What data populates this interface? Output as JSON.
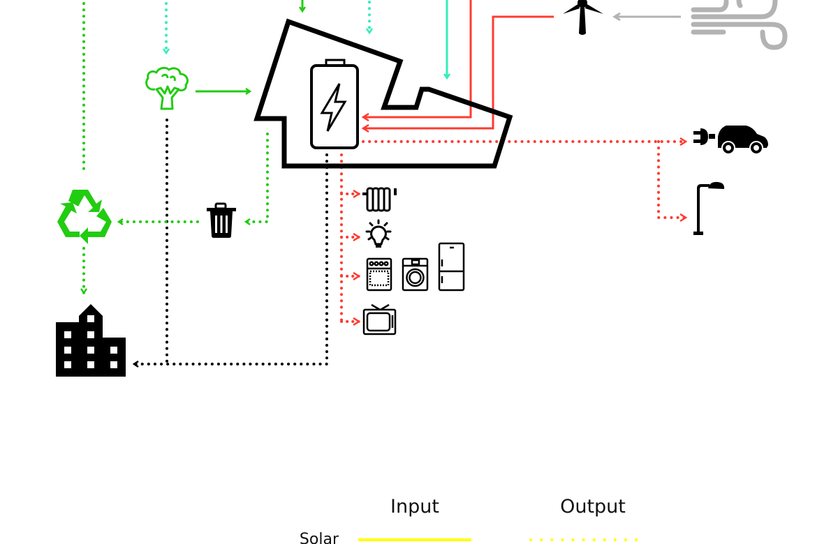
{
  "diagram": {
    "type": "energy-flow",
    "colors": {
      "solar": "#ffff00",
      "green": "#22cc11",
      "water": "#33eebb",
      "electric": "#ff3b30",
      "wind": "#b3b3b3",
      "waste": "#000000",
      "outline": "#000000"
    },
    "nodes": [
      {
        "id": "building",
        "icon": "house-outline-icon"
      },
      {
        "id": "battery",
        "icon": "battery-charging-icon"
      },
      {
        "id": "wind-turbine",
        "icon": "wind-turbine-icon"
      },
      {
        "id": "wind",
        "icon": "wind-icon"
      },
      {
        "id": "broccoli",
        "icon": "broccoli-icon"
      },
      {
        "id": "recycle",
        "icon": "recycle-icon"
      },
      {
        "id": "trash",
        "icon": "trash-bin-icon"
      },
      {
        "id": "city",
        "icon": "city-building-icon"
      },
      {
        "id": "ev",
        "icon": "electric-car-icon"
      },
      {
        "id": "streetlight",
        "icon": "street-lamp-icon"
      },
      {
        "id": "radiator",
        "icon": "radiator-icon"
      },
      {
        "id": "bulb",
        "icon": "light-bulb-icon"
      },
      {
        "id": "stove",
        "icon": "oven-icon"
      },
      {
        "id": "washer",
        "icon": "washing-machine-icon"
      },
      {
        "id": "fridge",
        "icon": "fridge-icon"
      },
      {
        "id": "tv",
        "icon": "tv-icon"
      }
    ]
  },
  "legend": {
    "input_header": "Input",
    "output_header": "Output",
    "rows": [
      {
        "label": "Solar",
        "color": "#ffff00"
      }
    ]
  }
}
